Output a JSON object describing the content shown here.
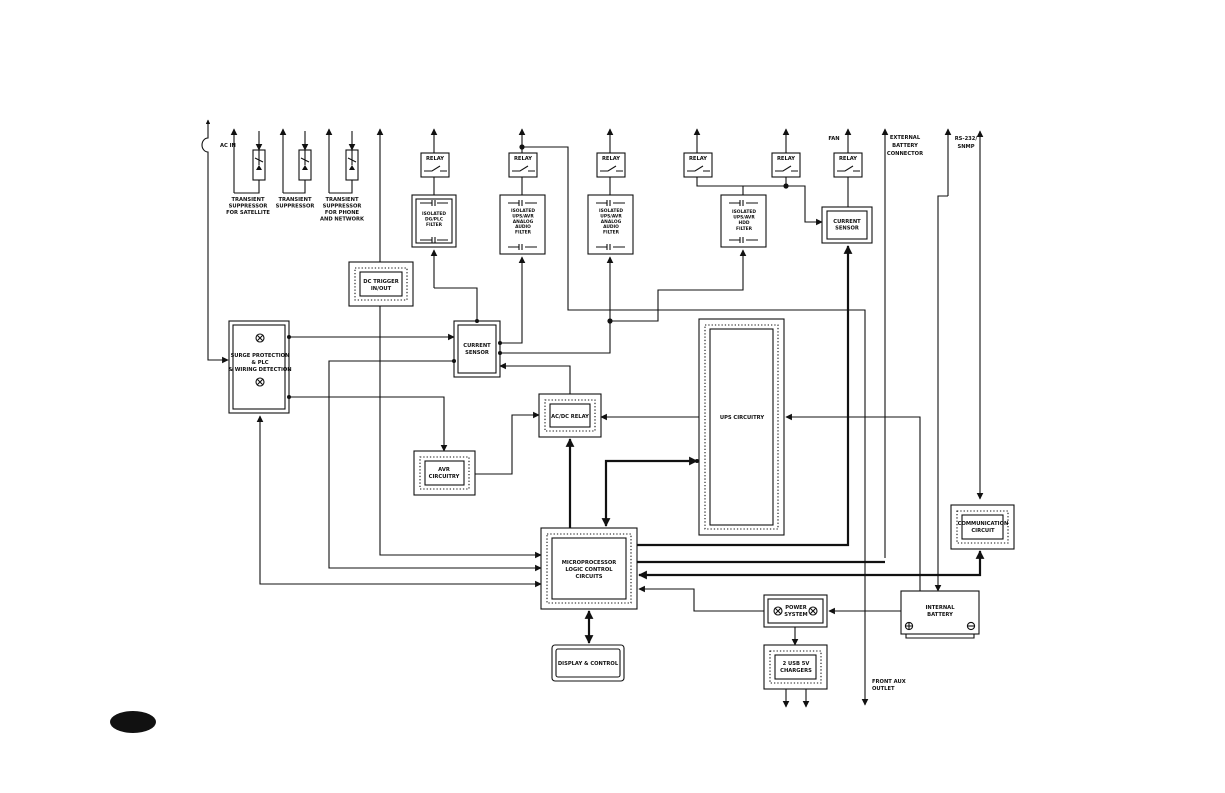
{
  "labels": {
    "ac_in": "AC IN",
    "ts_satellite": [
      "TRANSIENT",
      "SUPPRESSOR",
      "FOR SATELLITE"
    ],
    "ts_middle": [
      "TRANSIENT",
      "SUPPRESSOR"
    ],
    "ts_phone": [
      "TRANSIENT",
      "SUPPRESSOR",
      "FOR PHONE",
      "AND NETWORK"
    ],
    "relay": "RELAY",
    "fan": "FAN",
    "external_battery": [
      "EXTERNAL",
      "BATTERY",
      "CONNECTOR"
    ],
    "rs232": [
      "RS-232/",
      "SNMP"
    ],
    "filter1": [
      "ISOLATED",
      "DG/PLC",
      "FILTER"
    ],
    "filter2": [
      "ISOLATED",
      "UPS/AVR",
      "ANALOG",
      "AUDIO",
      "FILTER"
    ],
    "filter3": [
      "ISOLATED",
      "UPS/AVR",
      "ANALOG",
      "AUDIO",
      "FILTER"
    ],
    "filter4": [
      "ISOLATED",
      "UPS/AVR",
      "HDD",
      "FILTER"
    ],
    "current_sensor_top": [
      "CURRENT",
      "SENSOR"
    ],
    "current_sensor_mid": [
      "CURRENT",
      "SENSOR"
    ],
    "dc_trigger": [
      "DC TRIGGER",
      "IN/OUT"
    ],
    "surge": [
      "SURGE PROTECTION",
      "& PLC",
      "& WIRING DETECTION"
    ],
    "acdc_relay": "AC/DC RELAY",
    "ups": "UPS CIRCUITRY",
    "avr": [
      "AVR",
      "CIRCUITRY"
    ],
    "micro": [
      "MICROPROCESSOR",
      "LOGIC CONTROL",
      "CIRCUITS"
    ],
    "comm": [
      "COMMUNICATION",
      "CIRCUIT"
    ],
    "power_system": [
      "POWER",
      "SYSTEM"
    ],
    "internal_battery": [
      "INTERNAL",
      "BATTERY"
    ],
    "display": "DISPLAY & CONTROL",
    "usb": [
      "2 USB 5V",
      "CHARGERS"
    ],
    "front_aux": [
      "FRONT AUX",
      "OUTLET"
    ]
  }
}
